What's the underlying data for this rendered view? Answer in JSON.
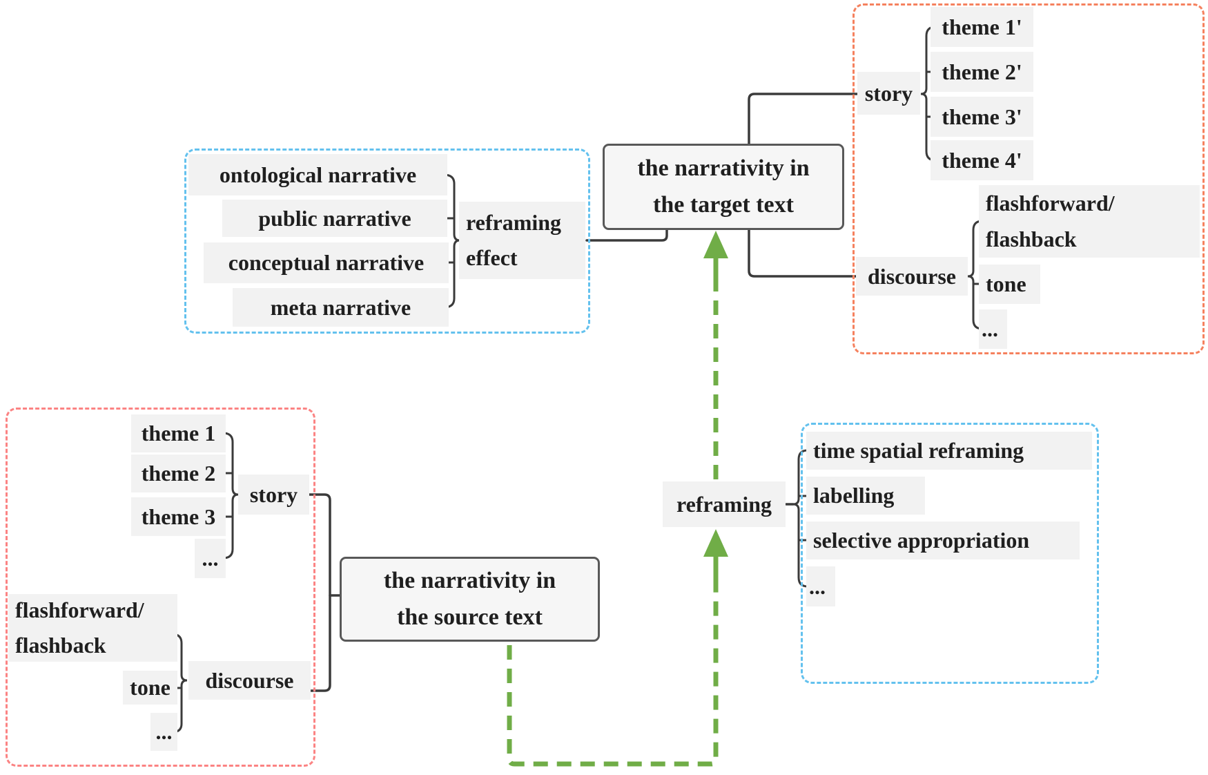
{
  "colors": {
    "target_panel_border": "#f5815e",
    "source_panel_border": "#fb8383",
    "blue_panel_border": "#63c1ee",
    "arrow_green": "#70ad47",
    "connector_black": "#3b3b3b",
    "label_bg": "#f2f2f2",
    "box_bg": "#f6f6f6"
  },
  "target_box": {
    "line1": "the narrativity in",
    "line2": "the target text"
  },
  "source_box": {
    "line1": "the narrativity in",
    "line2": "the source text"
  },
  "target_panel": {
    "story_label": "story",
    "themes": [
      "theme 1'",
      "theme 2'",
      "theme 3'",
      "theme 4'"
    ],
    "discourse_label": "discourse",
    "flash_line1": "flashforward/",
    "flash_line2": "flashback",
    "tone": "tone",
    "more": "..."
  },
  "source_panel": {
    "story_label": "story",
    "themes": [
      "theme 1",
      "theme 2",
      "theme 3"
    ],
    "themes_more": "...",
    "discourse_label": "discourse",
    "flash_line1": "flashforward/",
    "flash_line2": "flashback",
    "tone": "tone",
    "more": "..."
  },
  "narrative_types": {
    "items": [
      "ontological narrative",
      "public narrative",
      "conceptual narrative",
      "meta narrative"
    ],
    "effect_line1": "reframing",
    "effect_line2": "effect"
  },
  "reframing": {
    "label": "reframing",
    "strategies": [
      "time spatial reframing",
      "labelling",
      "selective appropriation",
      "..."
    ]
  }
}
